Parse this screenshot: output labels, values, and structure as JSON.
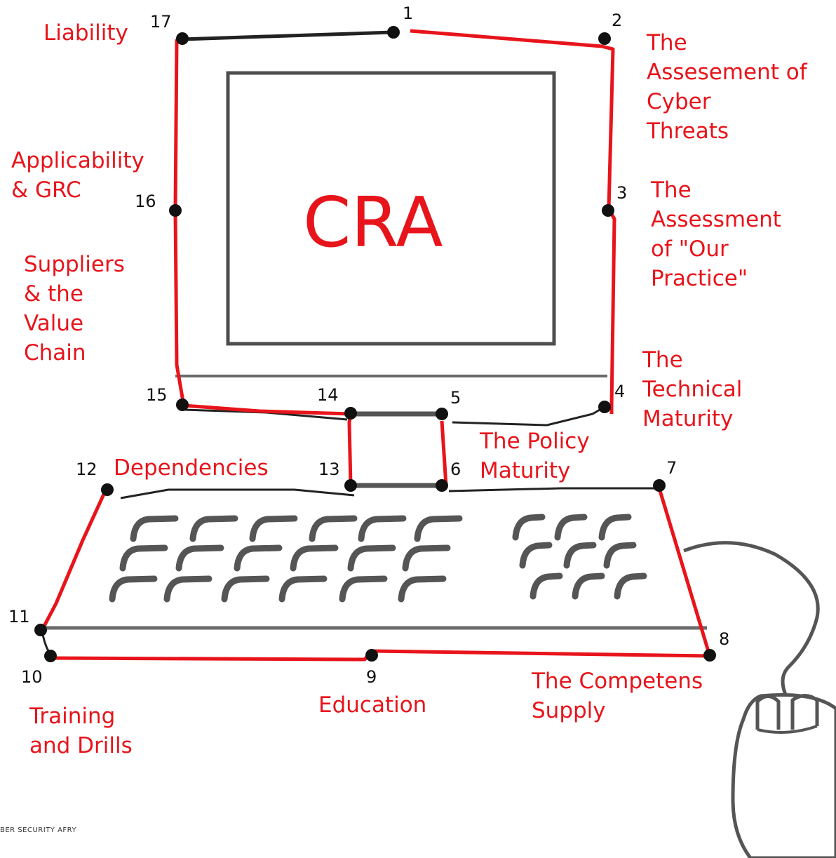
{
  "center_label": "CRA",
  "footer": "BER SECURITY AFRY",
  "colors": {
    "path": "#e8141b",
    "sketch": "#4d4d4d",
    "dot": "#111111"
  },
  "points": [
    {
      "n": "1",
      "label": ""
    },
    {
      "n": "2",
      "label": "The Assesement of Cyber Threats"
    },
    {
      "n": "3",
      "label": "The Assessment of \"Our Practice\""
    },
    {
      "n": "4",
      "label": "The Technical Maturity"
    },
    {
      "n": "5",
      "label": ""
    },
    {
      "n": "6",
      "label": "The Policy Maturity"
    },
    {
      "n": "7",
      "label": ""
    },
    {
      "n": "8",
      "label": "The Competens Supply"
    },
    {
      "n": "9",
      "label": "Education"
    },
    {
      "n": "10",
      "label": "Training and Drills"
    },
    {
      "n": "11",
      "label": ""
    },
    {
      "n": "12",
      "label": "Dependencies"
    },
    {
      "n": "13",
      "label": ""
    },
    {
      "n": "14",
      "label": ""
    },
    {
      "n": "15",
      "label": "Suppliers & the Value Chain"
    },
    {
      "n": "16",
      "label": "Applicability & GRC"
    },
    {
      "n": "17",
      "label": "Liability"
    }
  ],
  "labels": {
    "liability": "Liability",
    "assessment_threats": [
      "The",
      "Assesement of",
      "Cyber",
      "Threats"
    ],
    "applicability": [
      "Applicability",
      "& GRC"
    ],
    "our_practice": [
      "The",
      "Assessment",
      "of \"Our",
      "Practice\""
    ],
    "suppliers": [
      "Suppliers",
      "& the",
      "Value",
      "Chain"
    ],
    "technical": [
      "The",
      "Technical",
      "Maturity"
    ],
    "policy": [
      "The Policy",
      "Maturity"
    ],
    "dependencies": "Dependencies",
    "competens": [
      "The Competens",
      "Supply"
    ],
    "education": "Education",
    "training": [
      "Training",
      "and Drills"
    ]
  }
}
